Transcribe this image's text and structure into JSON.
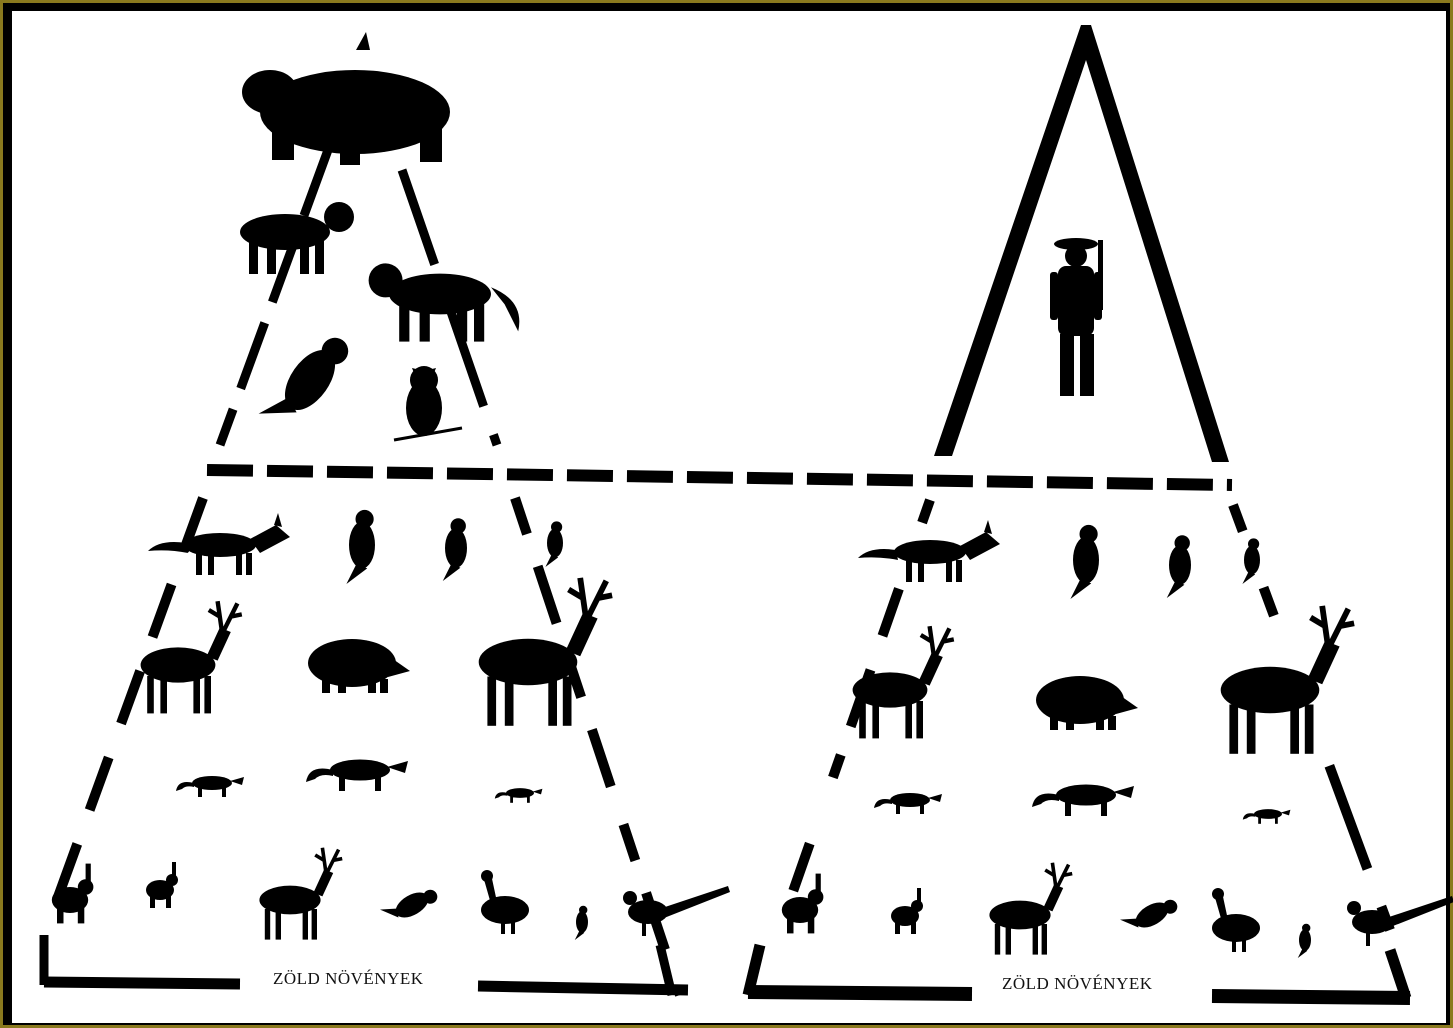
{
  "labels": {
    "left_base": "ZÖLD NÖVÉNYEK",
    "right_base": "ZÖLD NÖVÉNYEK"
  },
  "colors": {
    "frame": "#8a7a1e",
    "background": "#000000",
    "paper": "#ffffff",
    "ink": "#000000"
  },
  "pyramids": {
    "left": {
      "top_tier_animals": [
        "bear",
        "lynx",
        "wolf",
        "eagle",
        "owl"
      ],
      "middle_tier_animals": [
        "fox",
        "hawk",
        "falcon",
        "small-bird",
        "roe-deer",
        "wild-boar",
        "red-deer",
        "weasel",
        "marten",
        "stoat"
      ],
      "bottom_tier_animals": [
        "rabbit",
        "hare",
        "fawn",
        "partridge",
        "goose",
        "chick",
        "pheasant"
      ]
    },
    "right": {
      "top_tier_figure": "hunter",
      "middle_tier_animals": [
        "fox",
        "hawk",
        "falcon",
        "small-bird",
        "roe-deer",
        "wild-boar",
        "red-deer",
        "weasel",
        "marten",
        "stoat"
      ],
      "bottom_tier_animals": [
        "rabbit",
        "hare",
        "fawn",
        "partridge",
        "goose",
        "chick",
        "pheasant"
      ]
    }
  }
}
